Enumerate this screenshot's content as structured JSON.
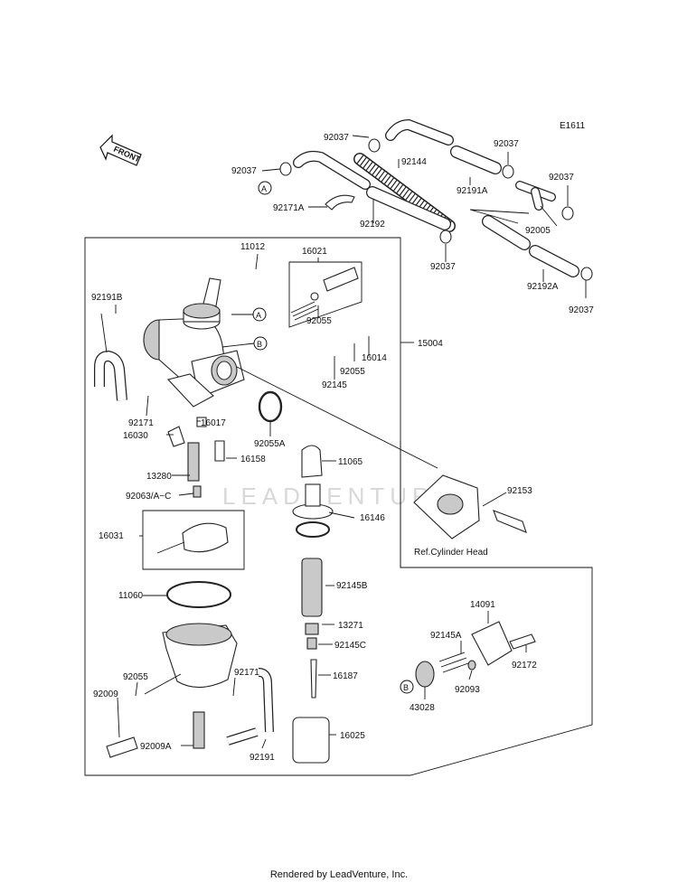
{
  "diagram": {
    "code": "E1611",
    "front_label": "FRONT",
    "watermark": "LEADVENTURE",
    "ref_note": "Ref.Cylinder Head",
    "connectors": [
      "A",
      "B"
    ],
    "parts": [
      {
        "num": "92037"
      },
      {
        "num": "92037"
      },
      {
        "num": "92144"
      },
      {
        "num": "92037"
      },
      {
        "num": "92037"
      },
      {
        "num": "92171A"
      },
      {
        "num": "92192"
      },
      {
        "num": "92191A"
      },
      {
        "num": "92005"
      },
      {
        "num": "92037"
      },
      {
        "num": "92192A"
      },
      {
        "num": "92037"
      },
      {
        "num": "11012"
      },
      {
        "num": "16021"
      },
      {
        "num": "92055"
      },
      {
        "num": "16014"
      },
      {
        "num": "92055"
      },
      {
        "num": "92145"
      },
      {
        "num": "15004"
      },
      {
        "num": "92191B"
      },
      {
        "num": "92171"
      },
      {
        "num": "16030"
      },
      {
        "num": "16017"
      },
      {
        "num": "92055A"
      },
      {
        "num": "16158"
      },
      {
        "num": "11065"
      },
      {
        "num": "13280"
      },
      {
        "num": "92063/A~C"
      },
      {
        "num": "92153"
      },
      {
        "num": "16146"
      },
      {
        "num": "16031"
      },
      {
        "num": "11060"
      },
      {
        "num": "92145B"
      },
      {
        "num": "14091"
      },
      {
        "num": "13271"
      },
      {
        "num": "92145A"
      },
      {
        "num": "92145C"
      },
      {
        "num": "92172"
      },
      {
        "num": "92055"
      },
      {
        "num": "92171"
      },
      {
        "num": "16187"
      },
      {
        "num": "92009"
      },
      {
        "num": "92093"
      },
      {
        "num": "43028"
      },
      {
        "num": "16025"
      },
      {
        "num": "92009A"
      },
      {
        "num": "92191"
      }
    ]
  },
  "footer": "Rendered by LeadVenture, Inc."
}
